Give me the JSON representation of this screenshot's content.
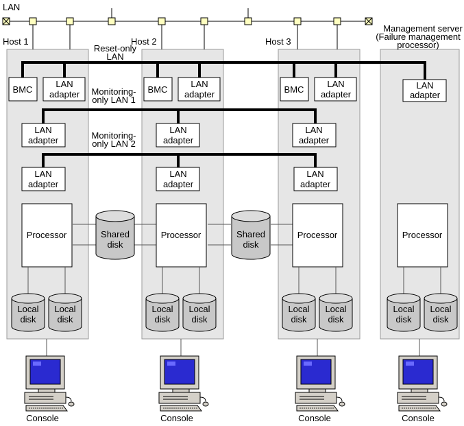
{
  "lan_label": "LAN",
  "hosts": [
    {
      "name": "Host 1"
    },
    {
      "name": "Host 2"
    },
    {
      "name": "Host 3"
    }
  ],
  "management_server": {
    "label_line1": "Management server",
    "label_line2": "(Failure management",
    "label_line3": "processor)"
  },
  "networks": {
    "reset_line1": "Reset-only",
    "reset_line2": "LAN",
    "mon1_line1": "Monitoring-",
    "mon1_line2": "only LAN 1",
    "mon2_line1": "Monitoring-",
    "mon2_line2": "only LAN 2"
  },
  "components": {
    "bmc": "BMC",
    "lan_adapter_line1": "LAN",
    "lan_adapter_line2": "adapter",
    "processor": "Processor",
    "shared_disk_line1": "Shared",
    "shared_disk_line2": "disk",
    "local_disk_line1": "Local",
    "local_disk_line2": "disk",
    "console": "Console"
  }
}
